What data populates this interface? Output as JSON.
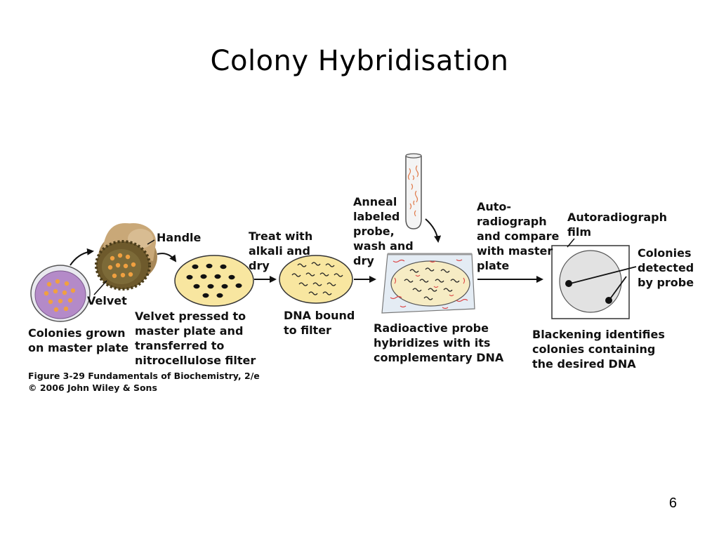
{
  "title": "Colony Hybridisation",
  "labels": {
    "handle": "Handle",
    "velvet": "Velvet",
    "colonies_grown": [
      "Colonies grown",
      "on master plate"
    ],
    "velvet_pressed": [
      "Velvet pressed to",
      "master plate and",
      "transferred to",
      "nitrocellulose filter"
    ],
    "treat": [
      "Treat with",
      "alkali and",
      "dry"
    ],
    "dna_bound": [
      "DNA bound",
      "to filter"
    ],
    "anneal": [
      "Anneal",
      "labeled",
      "probe,",
      "wash and",
      "dry"
    ],
    "radioactive": [
      "Radioactive probe",
      "hybridizes with its",
      "complementary DNA"
    ],
    "autoradiograph": [
      "Auto-",
      "radiograph",
      "and compare",
      "with master",
      "plate"
    ],
    "film": [
      "Autoradiograph",
      "film"
    ],
    "colonies_detected": [
      "Colonies",
      "detected",
      "by probe"
    ],
    "blackening": [
      "Blackening identifies",
      "colonies containing",
      "the desired DNA"
    ]
  },
  "caption": [
    "Figure 3-29  Fundamentals of Biochemistry, 2/e",
    "© 2006 John Wiley & Sons"
  ],
  "page_number": "6",
  "colors": {
    "plate_purple": "#b48ac8",
    "colony_orange": "#f0a040",
    "filter_yellow": "#f8e6a0",
    "velvet_brown": "#6e5a2c",
    "handle_tan": "#c9a878",
    "film_gray": "#e2e2e2"
  }
}
